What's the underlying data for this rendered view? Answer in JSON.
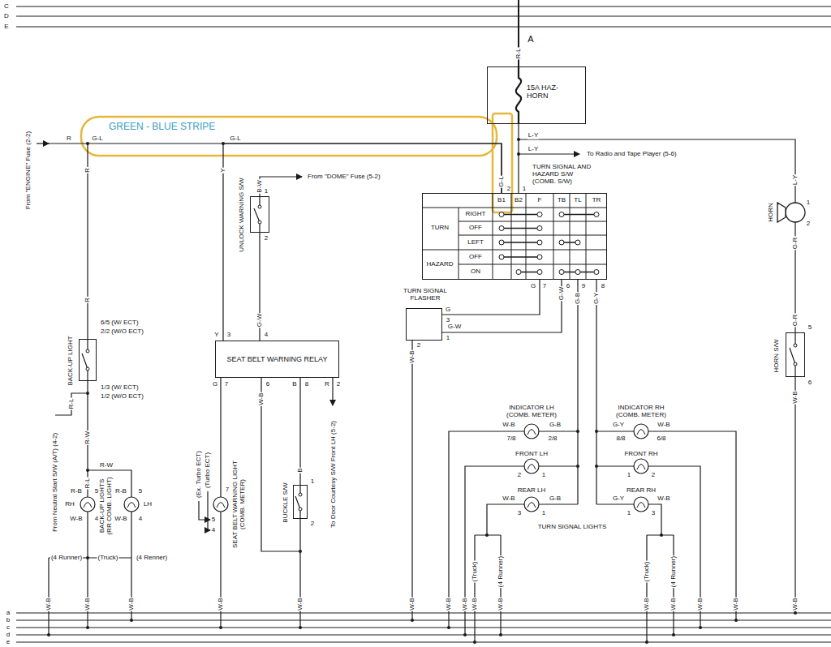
{
  "diagram": {
    "nodes": [
      {
        "text": [
          "15A HAZ-HORN"
        ]
      },
      {
        "text": [
          "TURN SIGNAL AND HAZARD S/W (COMB. S/W)"
        ]
      },
      {
        "text": [
          "UNLOCK WARNING S/W"
        ]
      },
      {
        "text": [
          "SEAT BELT WARNING RELAY"
        ]
      },
      {
        "text": [
          "TURN SIGNAL FLASHER"
        ]
      },
      {
        "text": [
          "BUCKLE S/W"
        ]
      },
      {
        "text": [
          "HORN S/W"
        ]
      },
      {
        "text": [
          "BACK-UP LIGHT"
        ]
      }
    ],
    "edges": [
      {
        "from": 0,
        "to": 1,
        "arrow": "none"
      },
      {
        "from": 4,
        "to": 1,
        "arrow": "none"
      },
      {
        "from": 4,
        "to": 1,
        "arrow": "none"
      },
      {
        "from": 2,
        "to": 3,
        "arrow": "none"
      },
      {
        "from": 3,
        "to": 5,
        "arrow": "none"
      },
      {
        "from": 7,
        "to": 1,
        "arrow": "none"
      },
      {
        "from": 3,
        "to": 1,
        "arrow": "none"
      }
    ],
    "labels": [
      "C",
      "D",
      "E",
      "A",
      "R-L",
      "From \"ENGINE\" Fuse (2-2)",
      "R",
      "G-L",
      "GREEN - BLUE STRIPE",
      "R",
      "G-L",
      "Y",
      "L-Y",
      "L-Y",
      "To Radio and Tape Player (5-6)",
      "From \"DOME\" Fuse (5-2)",
      "B-W",
      "1",
      "2",
      "G-W",
      "Y",
      "3",
      "4",
      "G",
      "7",
      "W-B",
      "6",
      "B",
      "8",
      "R",
      "2",
      "B",
      "To Door Courtesy S/W Front LH (5-2)",
      "SEAT BELT WARNING LIGHT (COMB. METER)",
      "7",
      "(Ex. Turbo ECT)",
      "(Turbo ECT)",
      "5",
      "4",
      "W-B",
      "1",
      "2",
      "W-B",
      "R",
      "6/5 (W/ ECT)",
      "2/2 (W/O ECT)",
      "1/3 (W/ ECT)",
      "1/2 (W/O ECT)",
      "R-L",
      "R-W",
      "From Neutral Start S/W (A/T) (4-2)",
      "R-L",
      "R-W",
      "R-B",
      "5",
      "R-B",
      "5",
      "RH",
      "LH",
      "BACK-UP LIGHTS (RR COMB. LIGHT)",
      "W-B",
      "4",
      "W-B",
      "4",
      "(4 Runner)",
      "(Truck)",
      "(4 Renner)",
      "W-B",
      "W-B",
      "W-B",
      "G-L",
      "2",
      "1",
      "B1",
      "B2",
      "F",
      "TB",
      "TL",
      "TR",
      "TURN",
      "RIGHT",
      "OFF",
      "LEFT",
      "HAZARD",
      "OFF",
      "ON",
      "G",
      "7",
      "G-W",
      "6",
      "G-B",
      "9",
      "G-Y",
      "8",
      "G",
      "3",
      "G-W",
      "1",
      "W-B",
      "2",
      "INDICATOR LH (COMB. METER)",
      "W-B",
      "G-B",
      "7/8",
      "2/8",
      "FRONT LH",
      "2",
      "1",
      "REAR LH",
      "W-B",
      "G-B",
      "3",
      "1",
      "INDICATOR RH (COMB. METER)",
      "G-Y",
      "W-B",
      "8/8",
      "6/8",
      "FRONT RH",
      "1",
      "2",
      "REAR RH",
      "G-Y",
      "W-B",
      "1",
      "3",
      "TURN SIGNAL LIGHTS",
      "(Truck)",
      "(4 Runner)",
      "(Truck)",
      "(4 Runner)",
      "W-B",
      "W-B",
      "W-B",
      "W-B",
      "W-B",
      "W-B",
      "W-B",
      "W-B",
      "W-B",
      "L-Y",
      "1",
      "HORN",
      "2",
      "G-R",
      "G-R",
      "5",
      "6",
      "W-B",
      "W-B",
      "a",
      "b",
      "c",
      "d",
      "e"
    ]
  }
}
